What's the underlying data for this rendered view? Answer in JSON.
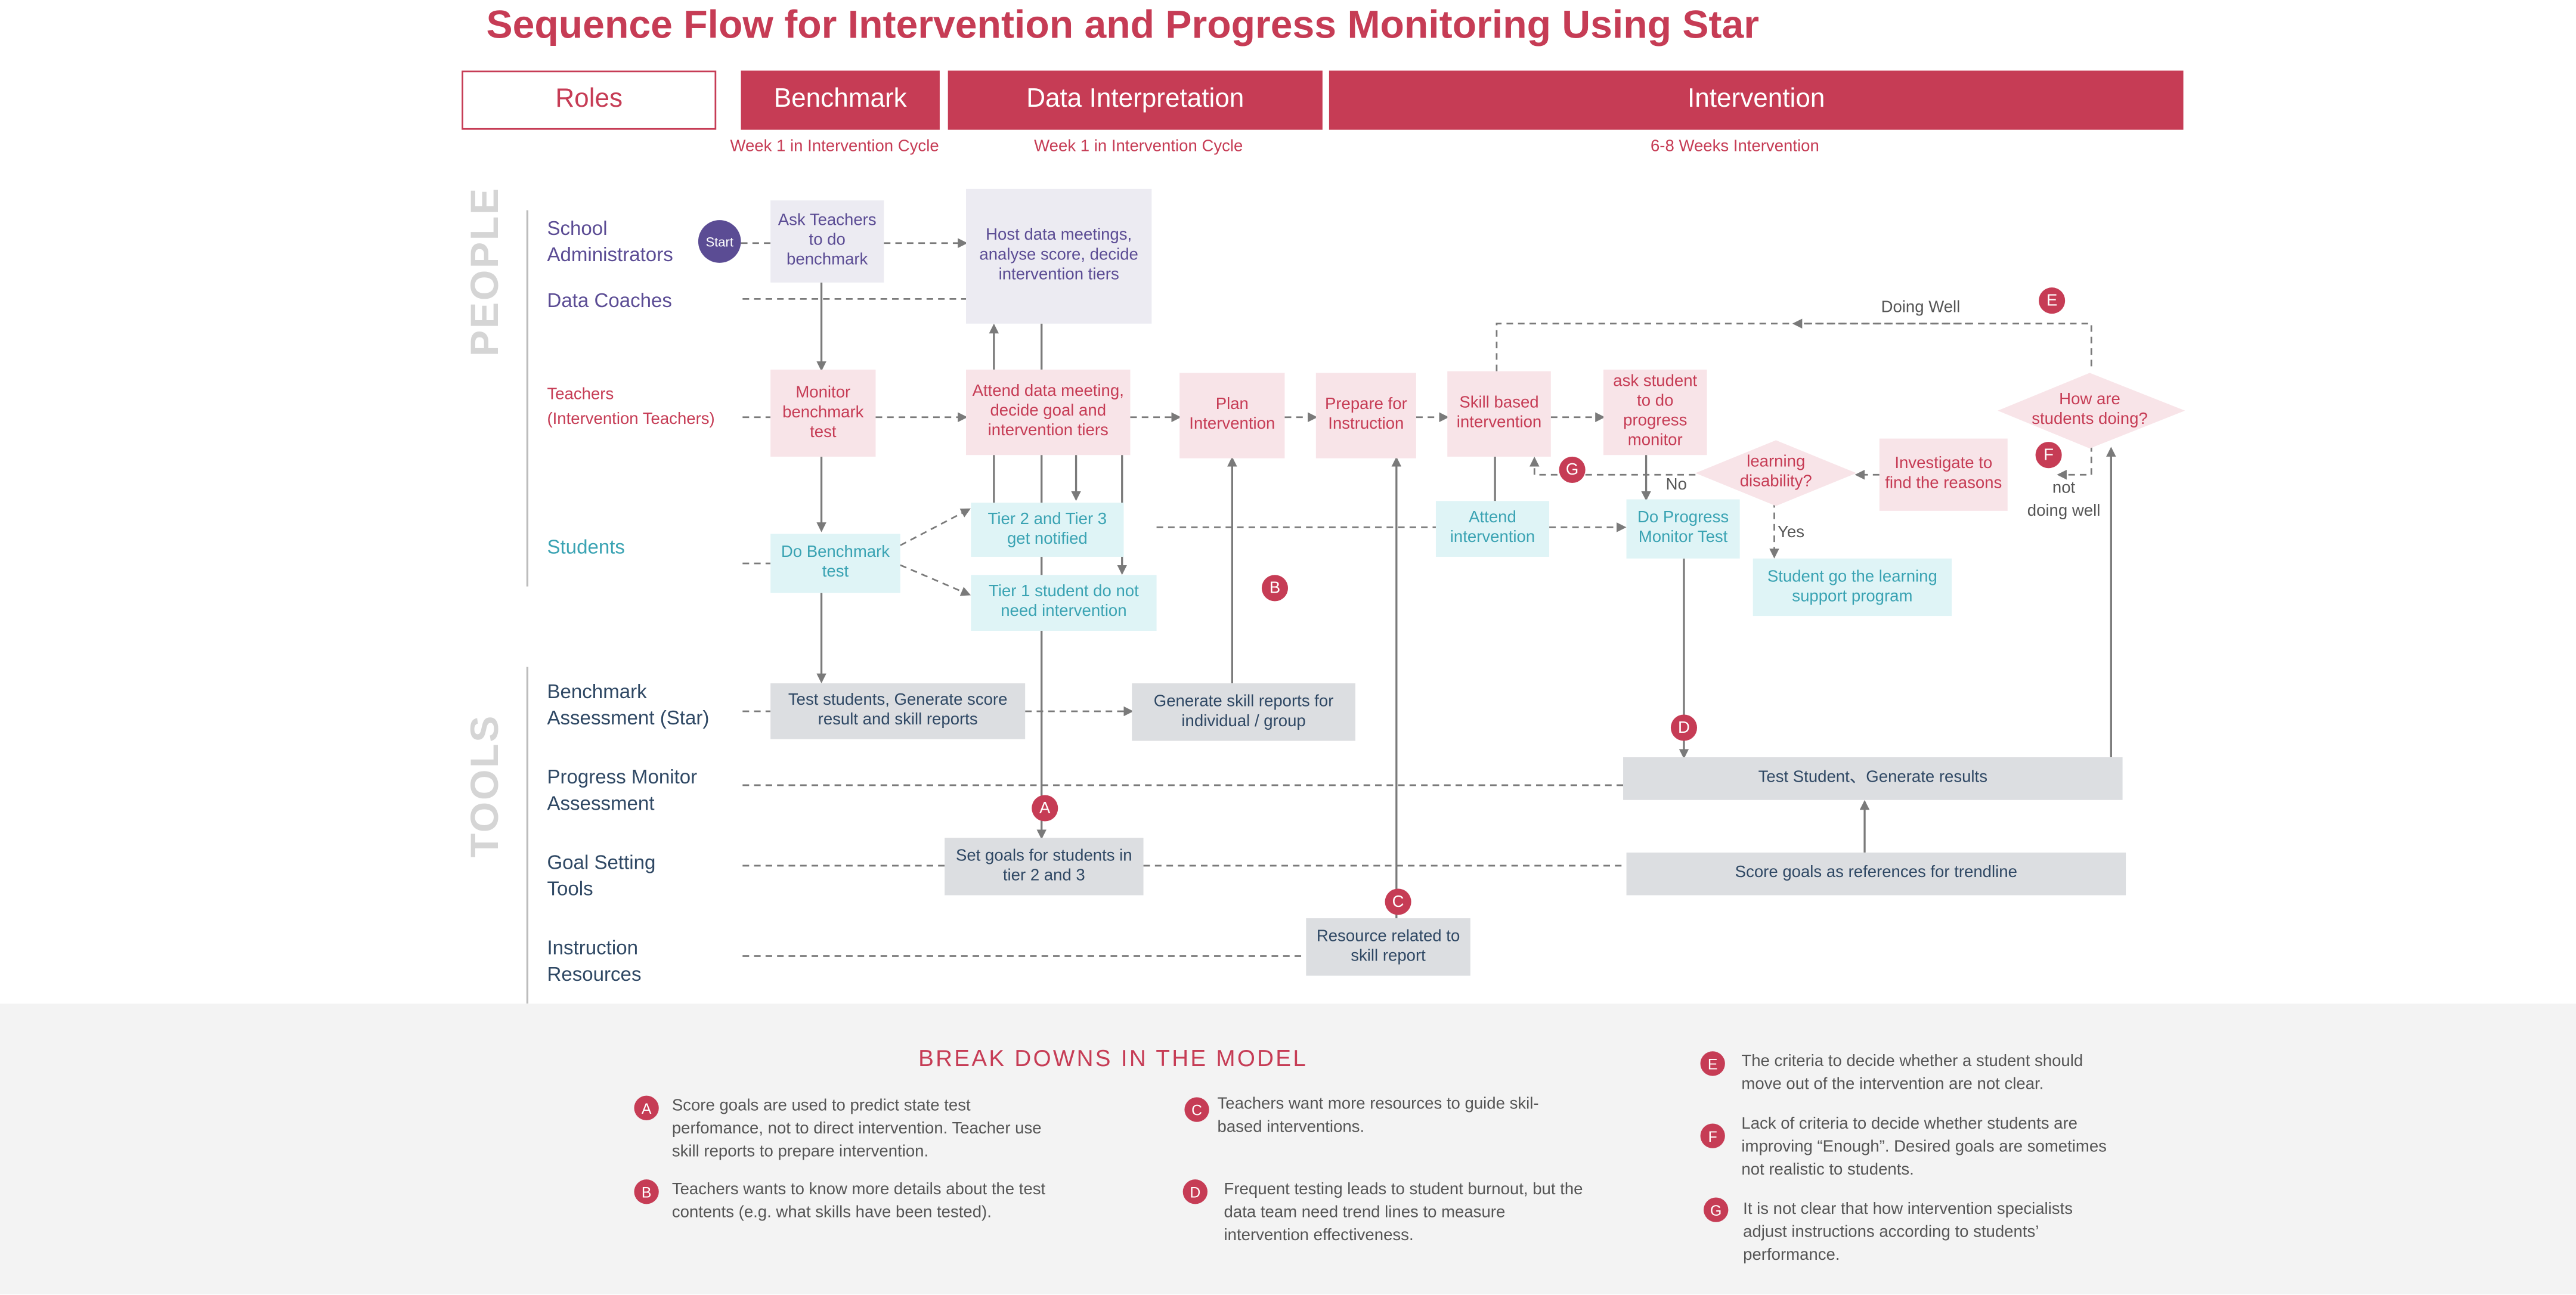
{
  "title": "Sequence Flow for Intervention and Progress Monitoring Using Star",
  "headers": {
    "roles": "Roles",
    "benchmark": "Benchmark",
    "data_interpretation": "Data Interpretation",
    "intervention": "Intervention"
  },
  "subheaders": {
    "benchmark": "Week 1 in Intervention Cycle",
    "data_interpretation": "Week 1 in Intervention Cycle",
    "intervention": "6-8 Weeks Intervention"
  },
  "sections": {
    "people": "PEOPLE",
    "tools": "TOOLS"
  },
  "roles": {
    "school_admin": "School\nAdministrators",
    "data_coaches": "Data Coaches",
    "teachers": "Teachers\n(Intervention Teachers)",
    "students": "Students",
    "benchmark_assessment": "Benchmark\nAssessment (Star)",
    "progress_monitor": "Progress Monitor\nAssessment",
    "goal_setting": "Goal Setting\nTools",
    "instruction_resources": "Instruction\nResources"
  },
  "nodes": {
    "start": "Start",
    "ask_teachers": "Ask Teachers to do benchmark",
    "host_meetings": "Host data meetings, analyse score, decide intervention tiers",
    "monitor_benchmark": "Monitor benchmark test",
    "attend_meeting": "Attend data meeting, decide goal and intervention tiers",
    "plan_intervention": "Plan Intervention",
    "prepare_instruction": "Prepare for Instruction",
    "skill_based": "Skill based intervention",
    "ask_student_monitor": "ask student to do progress monitor",
    "how_are_students": "How are students doing?",
    "investigate": "Investigate to find the reasons",
    "learning_disability": "learning disability?",
    "do_benchmark": "Do Benchmark test",
    "tier23": "Tier 2 and Tier 3 get notified",
    "tier1": "Tier 1 student do not need intervention",
    "attend_intervention": "Attend intervention",
    "do_progress_test": "Do Progress Monitor Test",
    "learning_support": "Student go the learning support program",
    "test_students_score": "Test students, Generate score result and skill reports",
    "generate_skill_reports": "Generate skill reports for individual / group",
    "test_student_results": "Test Student、Generate results",
    "set_goals": "Set goals for students in tier 2 and 3",
    "score_goals": "Score goals as references for trendline",
    "resource_related": "Resource related to skill report"
  },
  "edge_labels": {
    "doing_well": "Doing Well",
    "not_doing_well": "not\ndoing well",
    "no": "No",
    "yes": "Yes"
  },
  "badges": {
    "a": "A",
    "b": "B",
    "c": "C",
    "d": "D",
    "e": "E",
    "f": "F",
    "g": "G"
  },
  "breakdowns": {
    "title": "BREAK DOWNS IN THE MODEL",
    "items": [
      {
        "badge": "A",
        "text": "Score goals are used to predict state test perfomance, not to direct intervention. Teacher use skill reports to prepare intervention."
      },
      {
        "badge": "B",
        "text": "Teachers wants to know more details about the test contents (e.g. what skills have been tested)."
      },
      {
        "badge": "C",
        "text": "Teachers want more resources to guide skil-based interventions."
      },
      {
        "badge": "D",
        "text": "Frequent testing leads to student burnout, but the data team need trend lines to measure intervention effectiveness."
      },
      {
        "badge": "E",
        "text": "The criteria to decide whether a student should move out of the intervention are not clear."
      },
      {
        "badge": "F",
        "text": "Lack of criteria to decide whether students are improving “Enough”. Desired goals are sometimes not realistic to students."
      },
      {
        "badge": "G",
        "text": "It is not clear that how intervention specialists adjust instructions according to students’ performance."
      }
    ]
  },
  "colors": {
    "accent": "#c63c55",
    "admin": "#5b4c94",
    "student": "#3aa3b3",
    "tool": "#2f4864",
    "section_label": "#d5d5d5"
  }
}
